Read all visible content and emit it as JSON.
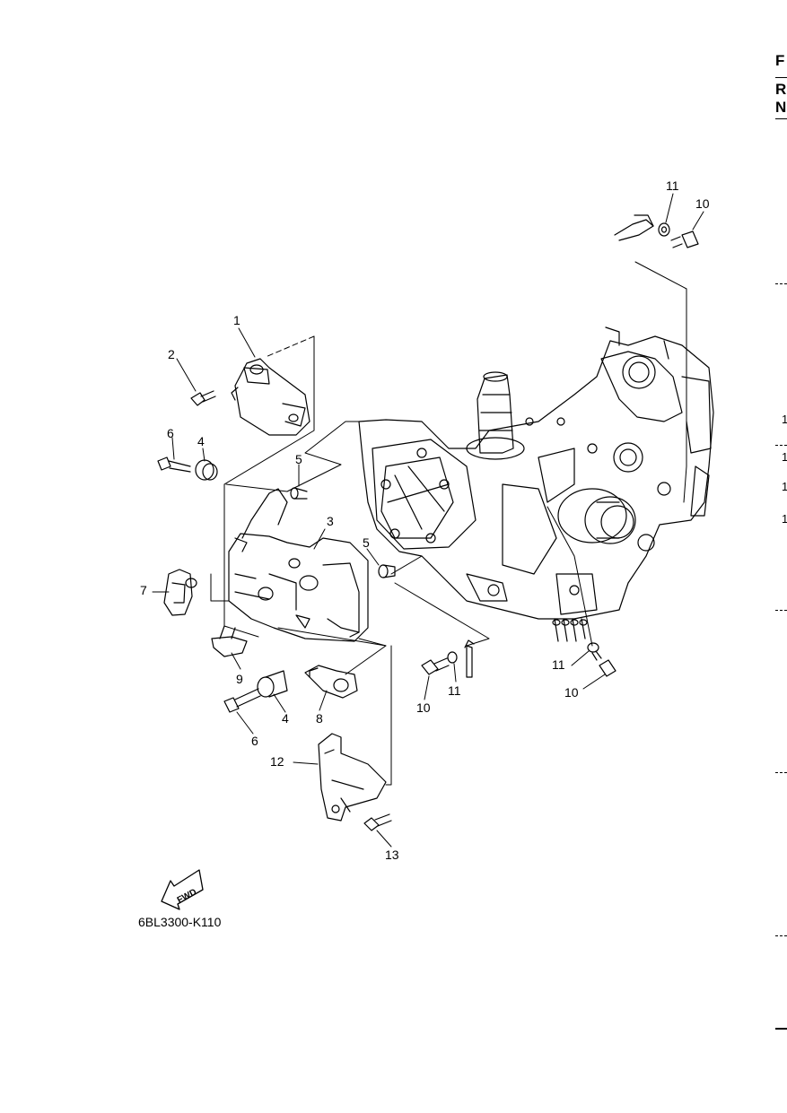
{
  "diagram_code": "6BL3300-K110",
  "fwd_label": "FWD",
  "right_edge_letters": [
    "F",
    "R",
    "N"
  ],
  "right_edge_numbers": [
    "1",
    "1",
    "1",
    "1"
  ],
  "callouts": {
    "c1": "1",
    "c2": "2",
    "c3": "3",
    "c4a": "4",
    "c4b": "4",
    "c5a": "5",
    "c5b": "5",
    "c6a": "6",
    "c6b": "6",
    "c7": "7",
    "c8": "8",
    "c9": "9",
    "c10a": "10",
    "c10b": "10",
    "c10c": "10",
    "c11a": "11",
    "c11b": "11",
    "c11c": "11",
    "c12": "12",
    "c13": "13"
  },
  "colors": {
    "ink": "#000000",
    "paper": "#ffffff"
  }
}
